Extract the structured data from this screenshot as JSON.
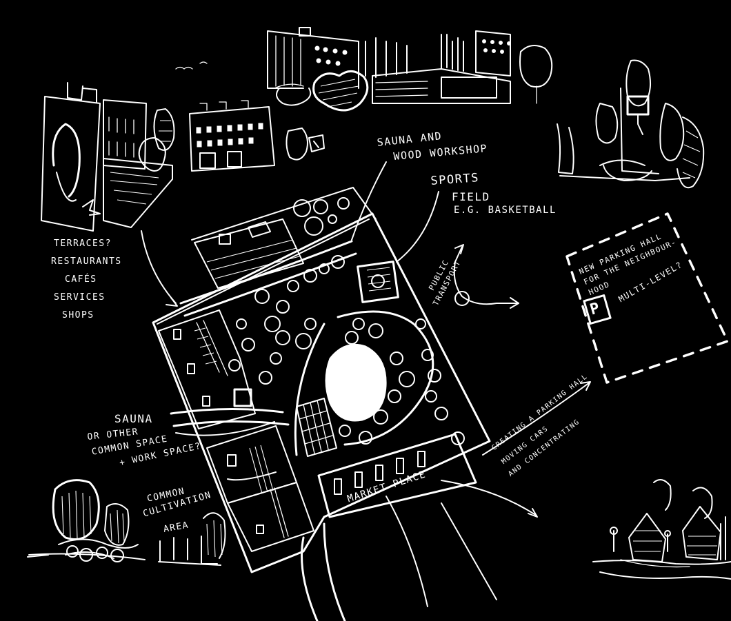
{
  "annotations": {
    "sauna_wood_1": "SAUNA AND",
    "sauna_wood_2": "WOOD WORKSHOP",
    "sports_1": "SPORTS",
    "sports_2": "FIELD",
    "sports_3": "E.G. BASKETBALL",
    "terraces": [
      "TERRACES?",
      "RESTAURANTS",
      "CAFÉS",
      "SERVICES",
      "SHOPS"
    ],
    "public_transport_1": "PUBLIC",
    "public_transport_2": "TRANSPORT",
    "parking_1": "NEW PARKING HALL",
    "parking_2": "FOR THE NEIGHBOUR-",
    "parking_3": "HOOD",
    "parking_multilevel": "MULTI-LEVEL?",
    "parking_symbol": "P",
    "moving_1": "CREATING A PARKING HALL",
    "moving_2": "MOVING CARS",
    "moving_3": "AND CONCENTRATING",
    "sauna_1": "SAUNA",
    "sauna_2": "OR OTHER",
    "sauna_3": "COMMON SPACE",
    "sauna_4": "+ WORK SPACE?",
    "cultivation_1": "COMMON",
    "cultivation_2": "CULTIVATION",
    "cultivation_3": "AREA",
    "market": "MARKET PLACE"
  },
  "colors": {
    "background": "#000000",
    "ink": "#ffffff"
  }
}
